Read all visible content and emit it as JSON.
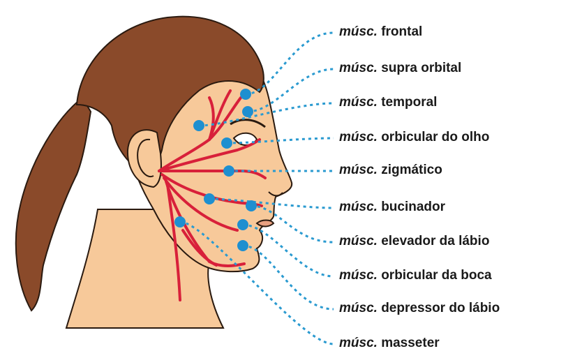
{
  "labels": [
    {
      "prefix": "músc.",
      "name": "frontal"
    },
    {
      "prefix": "músc.",
      "name": "supra orbital"
    },
    {
      "prefix": "músc.",
      "name": "temporal"
    },
    {
      "prefix": "músc.",
      "name": "orbicular do olho"
    },
    {
      "prefix": "músc.",
      "name": "zigmático"
    },
    {
      "prefix": "músc.",
      "name": "bucinador"
    },
    {
      "prefix": "músc.",
      "name": "elevador da lábio"
    },
    {
      "prefix": "músc.",
      "name": "orbicular da boca"
    },
    {
      "prefix": "músc.",
      "name": "depressor do lábio"
    },
    {
      "prefix": "músc.",
      "name": "masseter"
    }
  ],
  "colors": {
    "skin": "#f7c99a",
    "hair": "#8a4a2a",
    "outline": "#2a1a10",
    "nerve": "#d8203a",
    "point": "#1e8fd0",
    "leader": "#2a9ad0"
  }
}
